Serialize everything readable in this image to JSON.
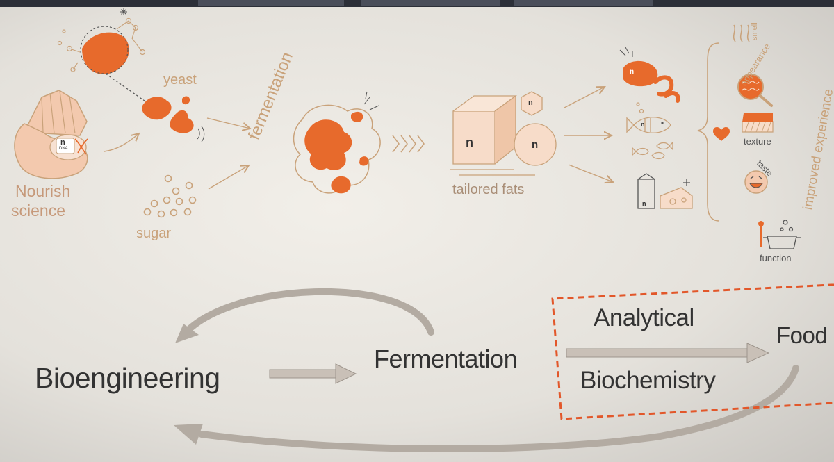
{
  "diagram": {
    "colors": {
      "accent": "#e76a2c",
      "line": "#c9a27a",
      "text_dark": "#333333",
      "arrow_grey": "#b3aba2",
      "dashed_box": "#e2572a"
    },
    "top": {
      "nourish_line1": "Nourish",
      "nourish_line2": "science",
      "dna_tag": "DNA",
      "brand_letter": "n",
      "yeast": "yeast",
      "sugar": "sugar",
      "fermentation": "fermentation",
      "tailored_fats": "tailored fats",
      "smell": "smell",
      "appearance": "appearance",
      "texture": "texture",
      "taste": "taste",
      "function": "function",
      "improved_experience": "improved experience"
    },
    "bottom": {
      "bioengineering": "Bioengineering",
      "fermentation": "Fermentation",
      "analytical": "Analytical",
      "biochemistry": "Biochemistry",
      "food": "Food"
    }
  }
}
